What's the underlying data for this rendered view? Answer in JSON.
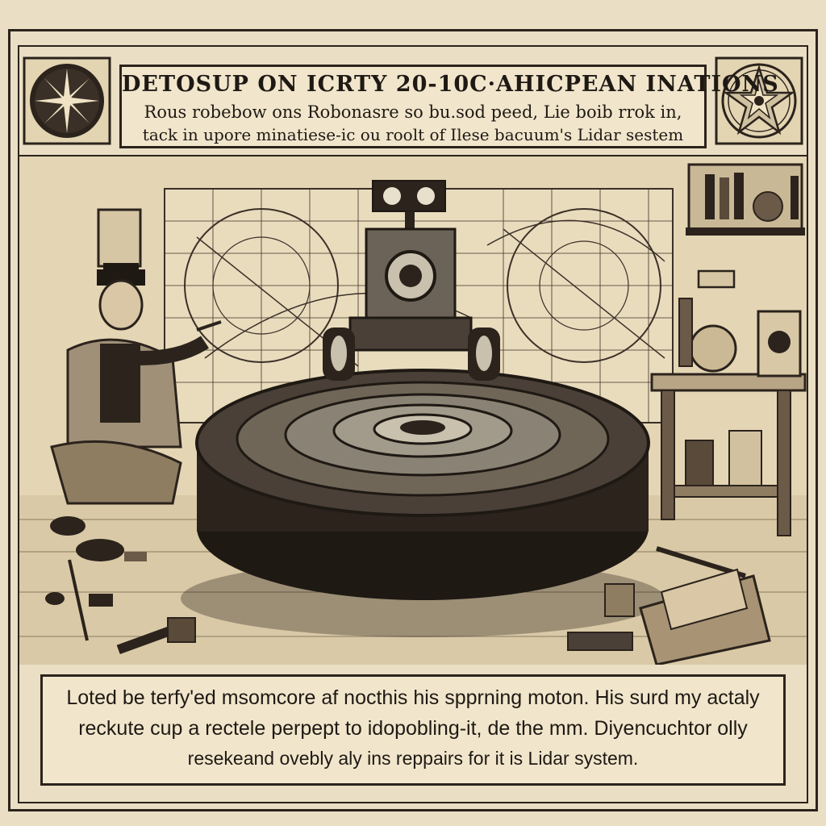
{
  "header": {
    "title": "DETOSUP ON ICRTY 20-10C·AHICPEAN INATIONS",
    "subtitle_line1": "Rous robebow ons Robonasre so bu.sod peed, Lie boib rrok in,",
    "subtitle_line2": "tack in upore minatiese-ic ou roolt of Ilese bacuum's Lidar sestem"
  },
  "caption": {
    "line1": "Loted be terfy'ed msomcore af nocthis his spprning moton. His surd my actaly",
    "line2": "reckute cup a rectele perpept to idopobling-it, de the mm. Diyencuchtor olly",
    "line3": "resekeand ovebly aly ins reppairs for it is Lidar system."
  },
  "colors": {
    "ink": "#2b231c",
    "paper": "#eadfc4",
    "panel": "#f1e6cc"
  }
}
